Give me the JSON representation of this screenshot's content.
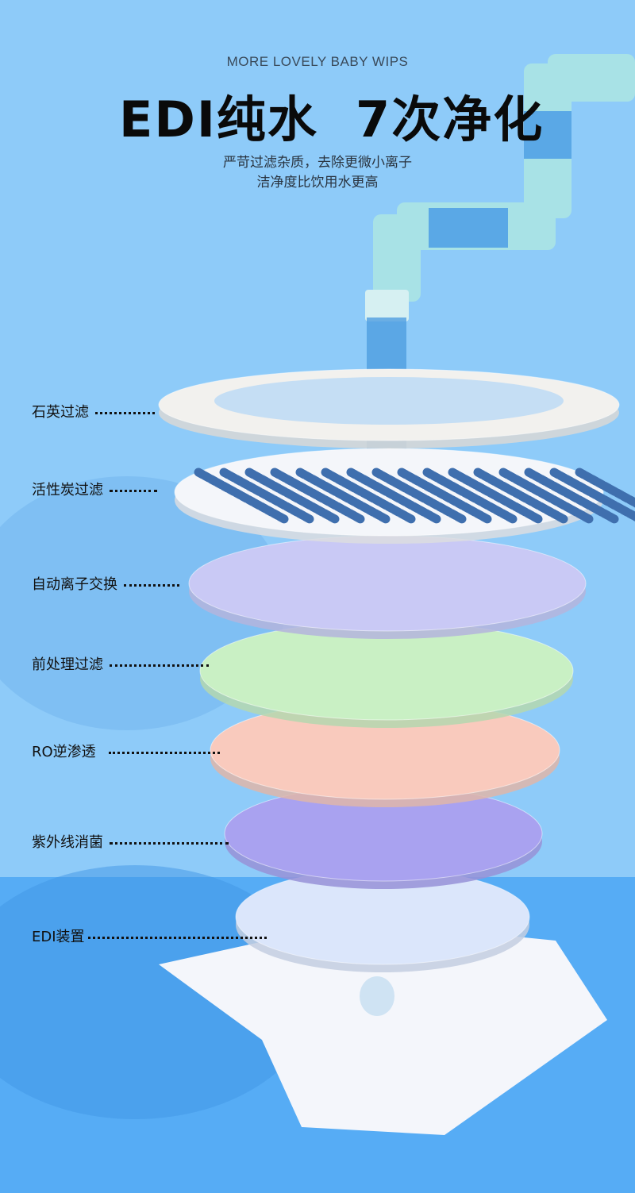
{
  "header": {
    "eyebrow": "MORE LOVELY BABY  WIPS",
    "title": "EDI纯水  7次净化",
    "subtitle_line1": "严苛过滤杂质，去除更微小离子",
    "subtitle_line2": "洁净度比饮用水更高"
  },
  "layers": [
    {
      "label": "石英过滤",
      "color": "#f2f1ee"
    },
    {
      "label": "活性炭过滤",
      "color": "#f4f6fa"
    },
    {
      "label": "自动离子交换",
      "color": "#c9c9f5"
    },
    {
      "label": "前处理过滤",
      "color": "#c9f0c4"
    },
    {
      "label": "RO逆渗透",
      "color": "#f9cabd"
    },
    {
      "label": "紫外线消菌",
      "color": "#a9a2f0"
    },
    {
      "label": "EDI装置",
      "color": "#dbe6fb"
    }
  ],
  "colors": {
    "background": "#8ecbf9",
    "floor": "#56acf5",
    "pipe": "#a8e2e6",
    "rod": "#3f6fae"
  }
}
